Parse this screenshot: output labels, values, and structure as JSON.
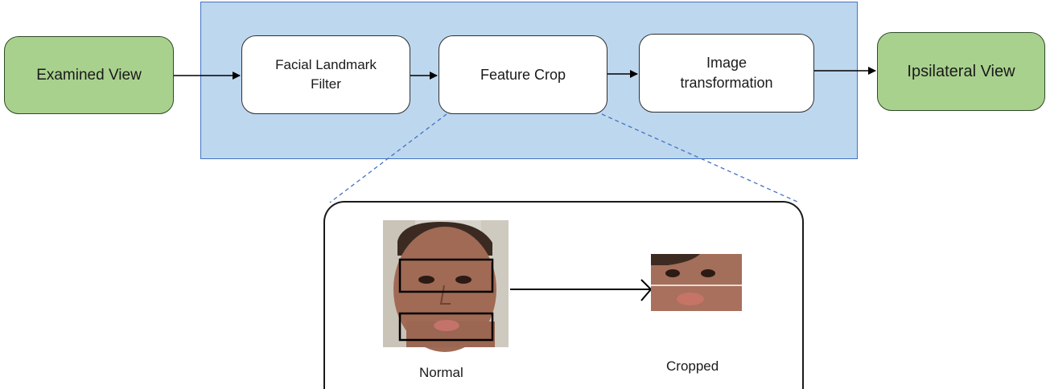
{
  "nodes": {
    "examined_view": "Examined View",
    "facial_landmark_filter": "Facial Landmark\nFilter",
    "feature_crop": "Feature Crop",
    "image_transformation": "Image\ntransformation",
    "ipsilateral_view": "Ipsilateral View"
  },
  "detail": {
    "normal_caption": "Normal",
    "cropped_caption": "Cropped"
  },
  "colors": {
    "panel_fill": "#bdd7ee",
    "panel_border": "#4472c4",
    "endpoint_fill": "#a9d18e",
    "zoom_line": "#4472c4"
  },
  "icons": {
    "face_photo": "face-photo-icon",
    "cropped_strip": "cropped-face-strip-icon"
  }
}
